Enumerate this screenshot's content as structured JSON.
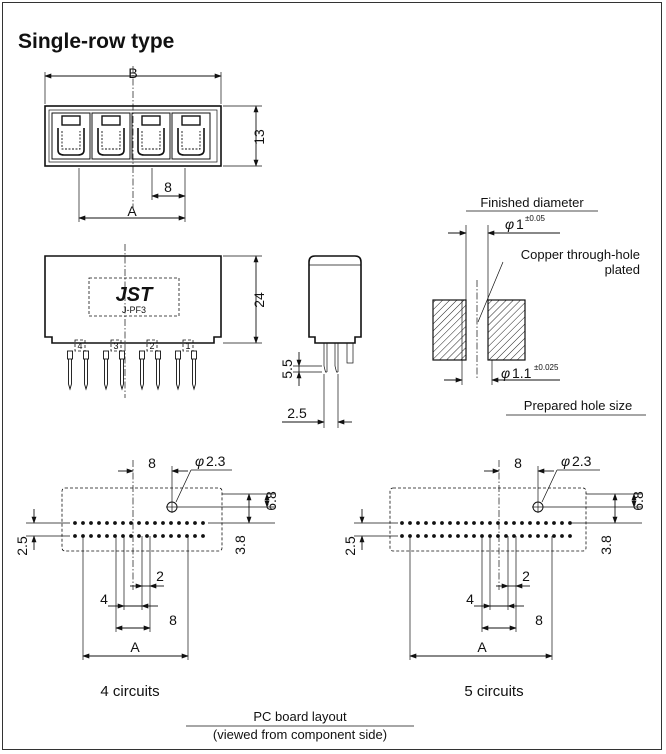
{
  "title": "Single-row type",
  "dims": {
    "b": "B",
    "thirteen": "13",
    "eight_top": "8",
    "a_top": "A",
    "twentyfour": "24",
    "five_five": "5.5",
    "two_five_side": "2.5"
  },
  "front": {
    "logo": "JST",
    "model": "J-PF3",
    "pins": [
      "4",
      "3",
      "2",
      "1"
    ]
  },
  "hole": {
    "finished_label": "Finished diameter",
    "phi_symbol": "φ",
    "finished_value": "1",
    "finished_tol": "±0.05",
    "copper_line1": "Copper through-hole",
    "copper_line2": "plated",
    "prepared_value": "1.1",
    "prepared_tol": "±0.025",
    "prepared_label": "Prepared hole size"
  },
  "pcb": {
    "left": {
      "pitch": "8",
      "hole_dia": "2.3",
      "d68": "6.8",
      "d38": "3.8",
      "d25": "2.5",
      "d2": "2",
      "d4": "4",
      "d8": "8",
      "a": "A",
      "caption": "4 circuits"
    },
    "right": {
      "pitch": "8",
      "hole_dia": "2.3",
      "d68": "6.8",
      "d38": "3.8",
      "d25": "2.5",
      "d2": "2",
      "d4": "4",
      "d8": "8",
      "a": "A",
      "caption": "5 circuits"
    }
  },
  "footer": {
    "line1": "PC board layout",
    "line2": "(viewed from component side)"
  }
}
